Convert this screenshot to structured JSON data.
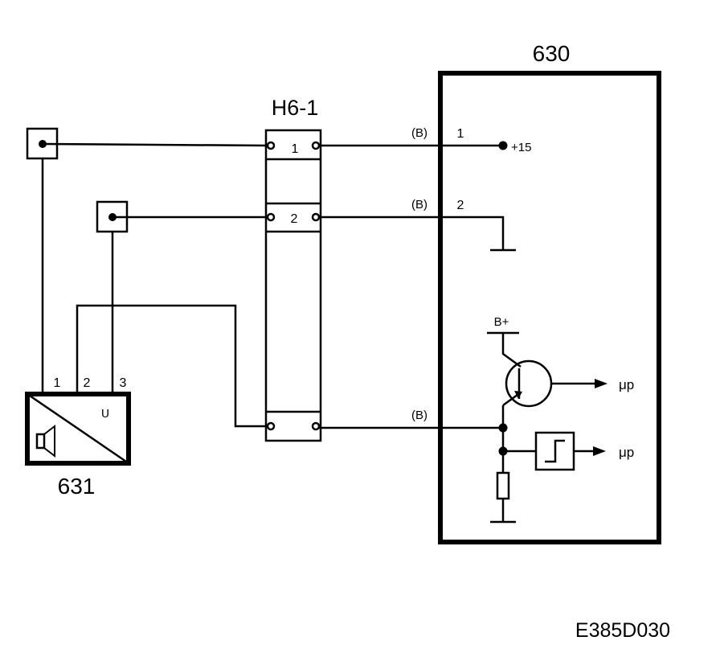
{
  "module_630": {
    "label": "630"
  },
  "connector_h61": {
    "label": "H6-1",
    "pin1": "1",
    "pin2": "2"
  },
  "module_631": {
    "label": "631",
    "pin1": "1",
    "pin2": "2",
    "pin3": "3",
    "mark": "ᑌ"
  },
  "wire_labels": {
    "b_top": "(B)",
    "b_mid": "(B)",
    "b_bottom": "(B)",
    "pin1": "1",
    "pin2": "2"
  },
  "internal": {
    "plus15": "+15",
    "bplus": "B+",
    "up_top": "μp",
    "up_bottom": "μp"
  },
  "footer": {
    "code": "E385D030"
  }
}
